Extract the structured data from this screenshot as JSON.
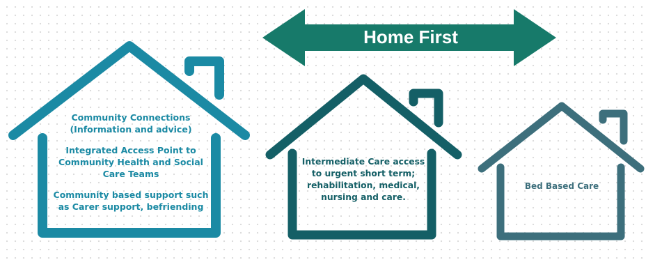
{
  "arrow": {
    "label": "Home First",
    "color": "#177a6a"
  },
  "houses": [
    {
      "color": "#1b8aa4",
      "items": [
        "Community Connections\n(Information and advice)",
        "Integrated Access Point to\nCommunity Health and Social\nCare Teams",
        "Community based support such\nas Carer support, befriending"
      ]
    },
    {
      "color": "#145f66",
      "text": "Intermediate Care access\nto urgent short term;\nrehabilitation, medical,\nnursing and care."
    },
    {
      "color": "#3d6f7c",
      "text": "Bed Based Care"
    }
  ]
}
